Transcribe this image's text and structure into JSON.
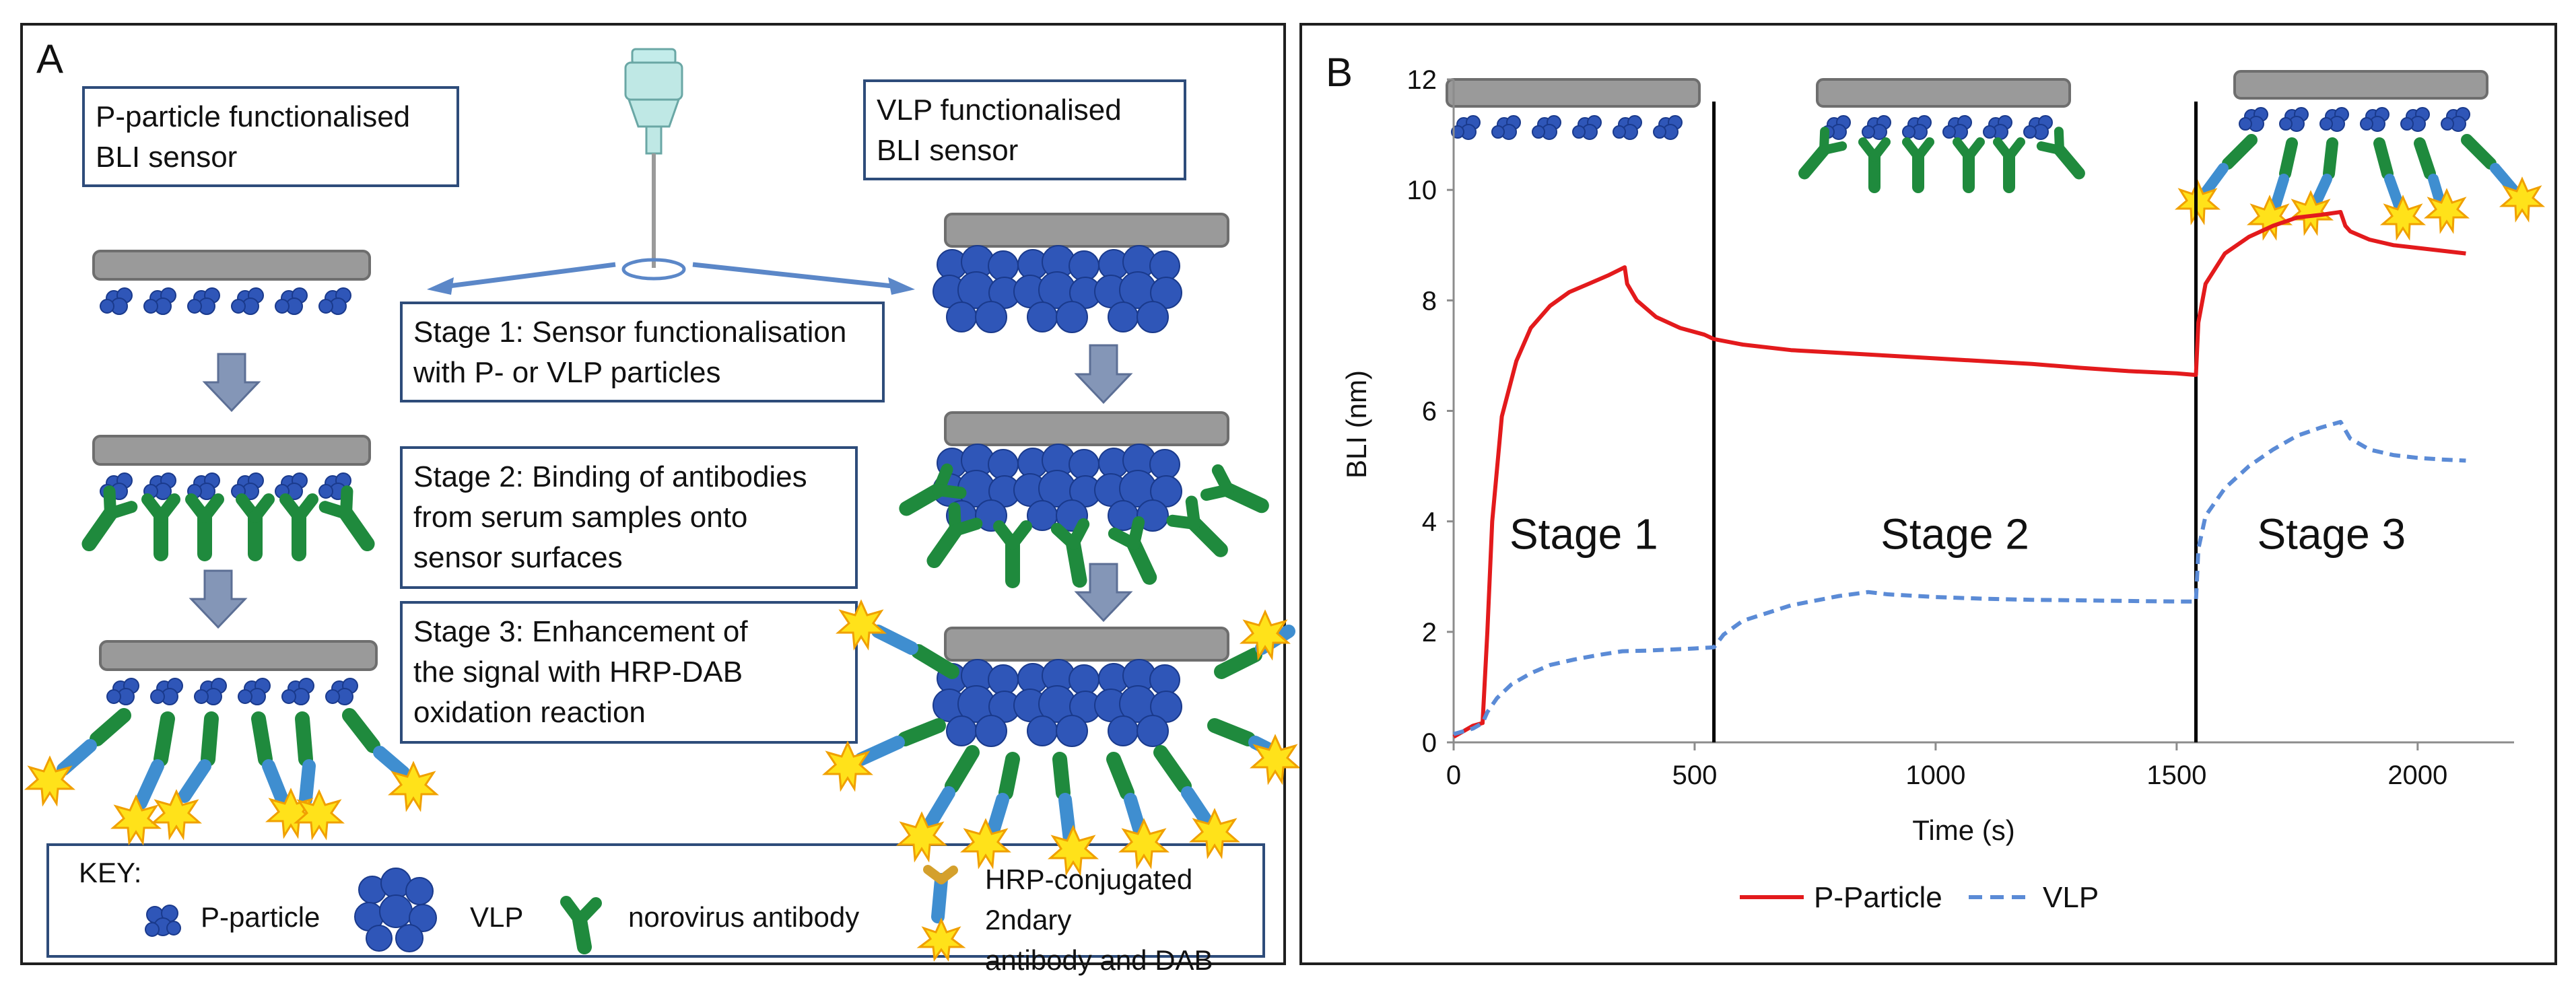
{
  "panel_a": {
    "letter": "A",
    "boxes": {
      "p_title": "P-particle functionalised\nBLI sensor",
      "vlp_title": "VLP functionalised\nBLI sensor",
      "stage1": "Stage 1: Sensor functionalisation\nwith P- or VLP particles",
      "stage2": "Stage 2: Binding of antibodies\nfrom serum samples onto\nsensor surfaces",
      "stage3": "Stage 3: Enhancement of\nthe signal with HRP-DAB\noxidation reaction"
    },
    "key": {
      "title": "KEY:",
      "p_particle": "P-particle",
      "vlp": "VLP",
      "antibody": "norovirus antibody",
      "hrp": "HRP-conjugated 2ndary\nantibody and DAB"
    }
  },
  "panel_b": {
    "letter": "B",
    "stage_labels": [
      "Stage 1",
      "Stage 2",
      "Stage 3"
    ]
  },
  "colors": {
    "p_particle_line": "#e31a1c",
    "vlp_line": "#5b8bd6",
    "particle_blue": "#2f56b8",
    "antibody_green": "#1f8a3d",
    "box_border": "#2e4c7a"
  },
  "chart_data": {
    "type": "line",
    "xlabel": "Time (s)",
    "ylabel": "BLI (nm)",
    "xlim": [
      0,
      2200
    ],
    "ylim": [
      0,
      12
    ],
    "xticks": [
      0,
      500,
      1000,
      1500,
      2000
    ],
    "yticks": [
      0,
      2,
      4,
      6,
      8,
      10,
      12
    ],
    "grid": false,
    "legend": "bottom",
    "stage_boundaries": [
      540,
      1540
    ],
    "series": [
      {
        "name": "P-Particle",
        "color": "#e31a1c",
        "style": "solid",
        "x": [
          0,
          20,
          40,
          60,
          70,
          80,
          100,
          130,
          160,
          200,
          240,
          280,
          320,
          355,
          360,
          380,
          420,
          470,
          520,
          540,
          600,
          700,
          800,
          900,
          1000,
          1100,
          1200,
          1300,
          1400,
          1500,
          1540,
          1545,
          1560,
          1600,
          1650,
          1700,
          1750,
          1800,
          1840,
          1850,
          1860,
          1900,
          1950,
          2000,
          2050,
          2100
        ],
        "y": [
          0.1,
          0.2,
          0.3,
          0.35,
          2.0,
          4.0,
          5.9,
          6.9,
          7.5,
          7.9,
          8.15,
          8.3,
          8.45,
          8.6,
          8.3,
          8.0,
          7.7,
          7.5,
          7.38,
          7.3,
          7.2,
          7.1,
          7.05,
          7.0,
          6.95,
          6.9,
          6.85,
          6.78,
          6.72,
          6.68,
          6.65,
          7.6,
          8.3,
          8.85,
          9.15,
          9.35,
          9.5,
          9.55,
          9.6,
          9.35,
          9.25,
          9.1,
          9.0,
          8.95,
          8.9,
          8.85
        ]
      },
      {
        "name": "VLP",
        "color": "#5b8bd6",
        "style": "dashed",
        "x": [
          0,
          20,
          40,
          60,
          70,
          90,
          120,
          160,
          200,
          250,
          300,
          350,
          400,
          450,
          500,
          540,
          560,
          600,
          700,
          800,
          860,
          900,
          1000,
          1100,
          1200,
          1300,
          1400,
          1500,
          1540,
          1545,
          1560,
          1600,
          1650,
          1700,
          1750,
          1800,
          1840,
          1860,
          1900,
          1950,
          2000,
          2050,
          2100
        ],
        "y": [
          0.15,
          0.2,
          0.25,
          0.35,
          0.55,
          0.8,
          1.05,
          1.25,
          1.4,
          1.5,
          1.58,
          1.65,
          1.66,
          1.68,
          1.7,
          1.72,
          1.95,
          2.2,
          2.48,
          2.65,
          2.72,
          2.68,
          2.63,
          2.6,
          2.58,
          2.57,
          2.56,
          2.55,
          2.55,
          3.5,
          4.1,
          4.6,
          5.0,
          5.3,
          5.55,
          5.7,
          5.8,
          5.5,
          5.3,
          5.2,
          5.15,
          5.12,
          5.1
        ]
      }
    ]
  }
}
